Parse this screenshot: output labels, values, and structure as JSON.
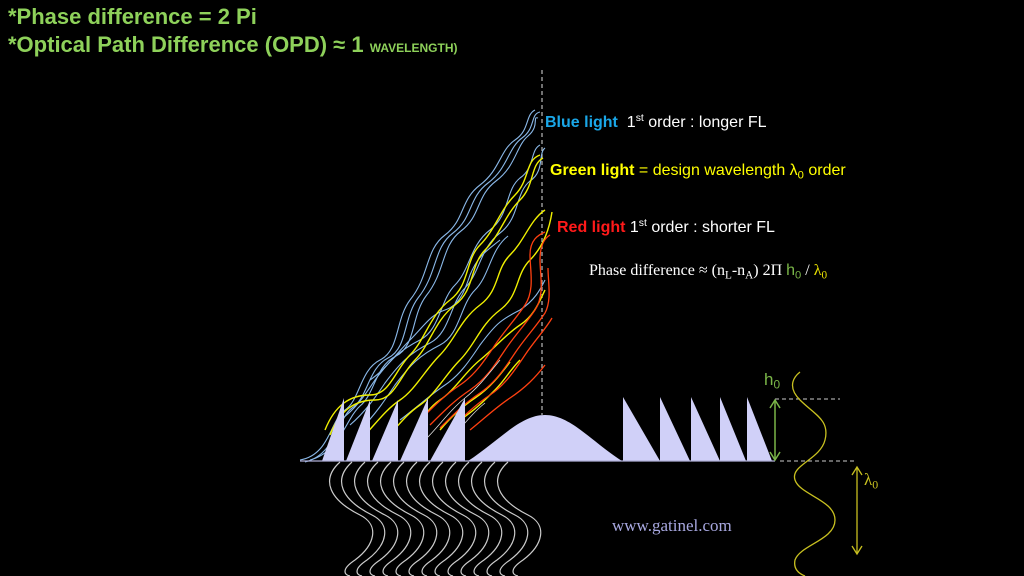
{
  "titles": {
    "line1": "*Phase difference = 2 Pi",
    "line2_main": "*Optical Path Difference (OPD) ≈ 1 ",
    "line2_small": "WAVELENGTH)"
  },
  "labels": {
    "blue": {
      "name": "Blue light",
      "order_num": "1",
      "order_sup": "st",
      "rest": " order : longer FL",
      "color": "#1aa7e8"
    },
    "green": {
      "name": "Green light",
      "rest": " = design wavelength λ",
      "sub": "0",
      "rest2": " order",
      "color": "#ffff00"
    },
    "red": {
      "name": "Red light",
      "order_num": " 1",
      "order_sup": "st",
      "rest": "  order : shorter FL",
      "color": "#ff1a1a"
    }
  },
  "formula": {
    "prefix": "Phase difference ≈ (n",
    "sub_l": "L",
    "mid": "-n",
    "sub_a": "A",
    "after": ")  2Π ",
    "h": "h",
    "h_sub": "0",
    "slash": " / ",
    "lambda": "λ",
    "lambda_sub": "0"
  },
  "annotations": {
    "h0": {
      "base": "h",
      "sub": "0",
      "color": "#7ab648"
    },
    "lambda0": {
      "base": "λ",
      "sub": "0",
      "color": "#c8c020"
    }
  },
  "watermark": "www.gatinel.com",
  "colors": {
    "background": "#000000",
    "title_green": "#8ed15a",
    "lens_fill": "#d0d0f8",
    "blue_wave": "#8ab8e8",
    "yellow_wave": "#f0f000",
    "red_wave": "#ff4010",
    "white_wave": "#c8c8c8"
  }
}
